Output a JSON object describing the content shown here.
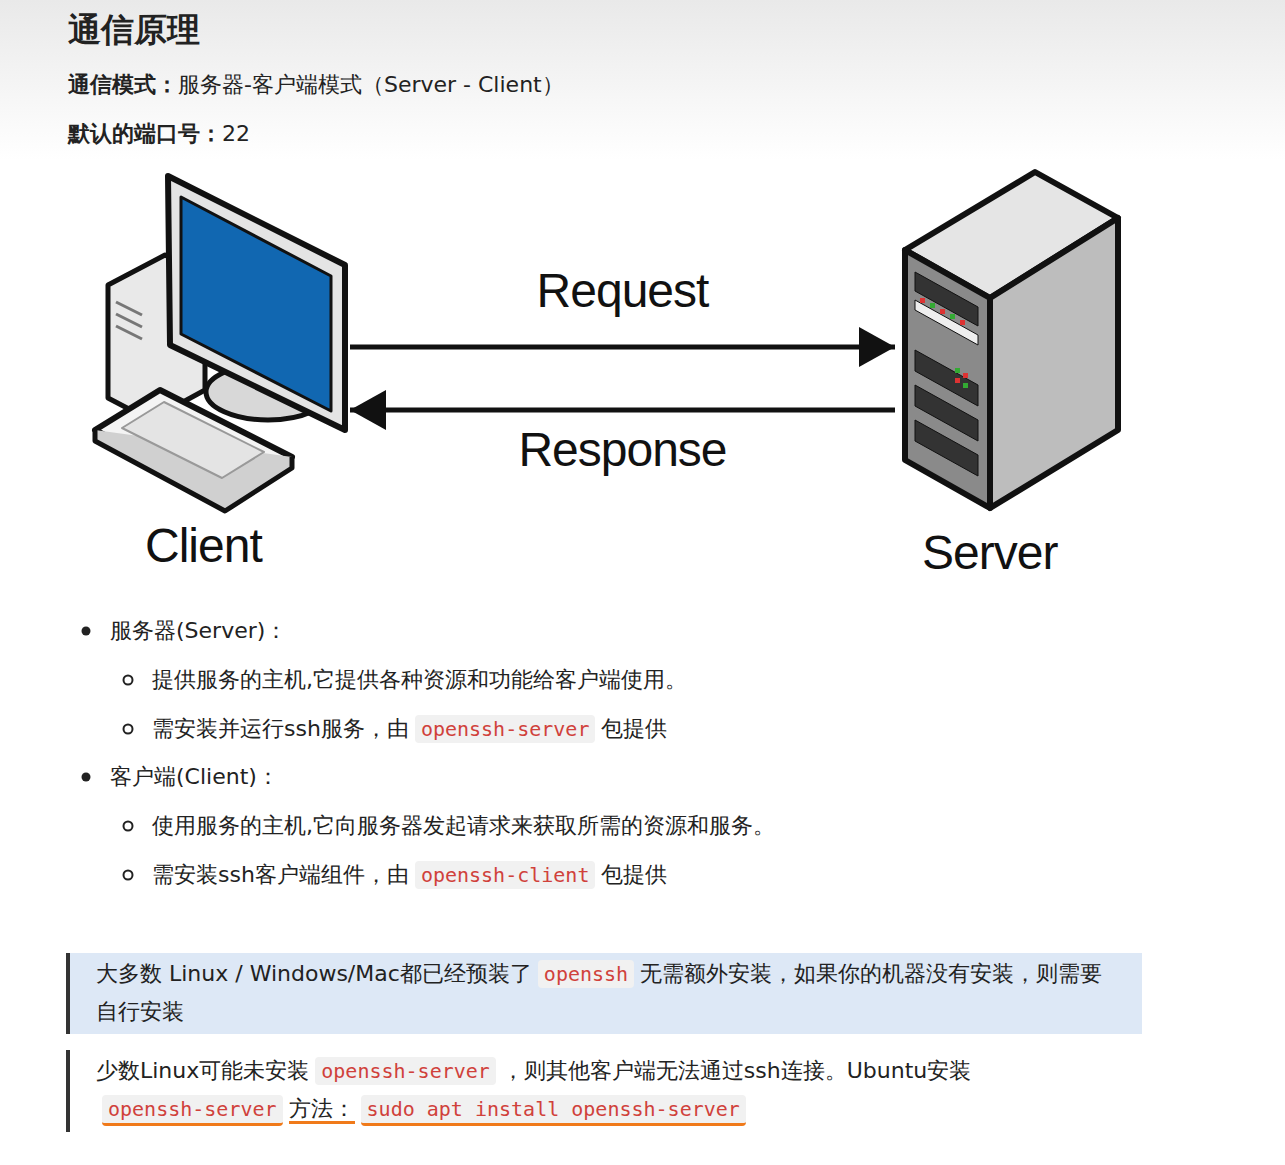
{
  "diagram": {
    "title": "通信原理",
    "nodes": [
      {
        "text": [
          "Client"
        ]
      },
      {
        "text": [
          "Server"
        ]
      }
    ],
    "edges": [
      {
        "from": 0,
        "to": 1,
        "arrow": "to",
        "label": "Request"
      },
      {
        "from": 1,
        "to": 0,
        "arrow": "to",
        "label": "Response"
      }
    ],
    "labels": [
      "通信模式：",
      "服务器-客户端模式（Server - Client）",
      "默认的端口号：",
      "22",
      "服务器(Server)：",
      "提供服务的主机,它提供各种资源和功能给客户端使用。",
      "需安装并运行ssh服务，由",
      "openssh-server",
      "包提供",
      "客户端(Client)：",
      "使用服务的主机,它向服务器发起请求来获取所需的资源和服务。",
      "需安装ssh客户端组件，由",
      "openssh-client",
      "包提供",
      "大多数 Linux / Windows/Mac都已经预装了",
      "openssh",
      "无需额外安装，如果你的机器没有安装，则需要自行安装",
      "少数Linux可能未安装",
      "openssh-server",
      "，则其他客户端无法通过ssh连接。Ubuntu安装",
      "openssh-server",
      "方法：",
      "sudo apt install openssh-server"
    ]
  }
}
